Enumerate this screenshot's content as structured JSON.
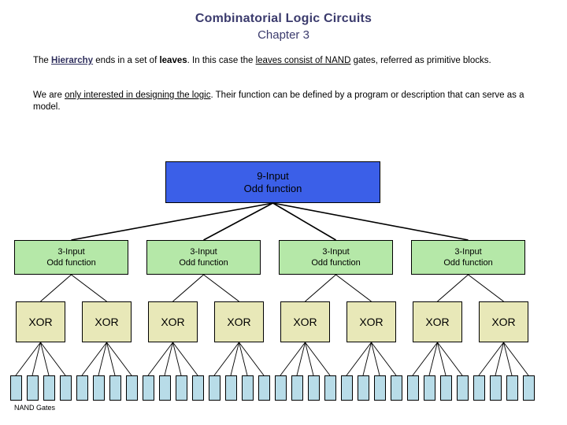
{
  "slide": {
    "title": "Combinatorial Logic Circuits",
    "subtitle": "Chapter 3",
    "title_color": "#3b3b6d"
  },
  "body": {
    "paragraph_1": {
      "segments": [
        {
          "text": "The ",
          "style": "plain"
        },
        {
          "text": "Hierarchy",
          "style": "bold-underline"
        },
        {
          "text": " ends in a set of ",
          "style": "plain"
        },
        {
          "text": "leaves",
          "style": "bold"
        },
        {
          "text": ". In this case the ",
          "style": "plain"
        },
        {
          "text": "leaves consist of NAND",
          "style": "underline"
        },
        {
          "text": " gates, referred as primitive blocks.",
          "style": "plain"
        }
      ]
    },
    "paragraph_2": {
      "segments": [
        {
          "text": "We are ",
          "style": "plain"
        },
        {
          "text": "only interested in designing the logic",
          "style": "underline"
        },
        {
          "text": ". Their function can be defined by a program or description that can serve as a model.",
          "style": "plain"
        }
      ]
    }
  },
  "diagram": {
    "root": {
      "line1": "9-Input",
      "line2": "Odd function",
      "color": "#3b5fe8"
    },
    "mid_nodes": [
      {
        "line1": "3-Input",
        "line2": "Odd function"
      },
      {
        "line1": "3-Input",
        "line2": "Odd function"
      },
      {
        "line1": "3-Input",
        "line2": "Odd function"
      },
      {
        "line1": "3-Input",
        "line2": "Odd function"
      }
    ],
    "mid_color": "#b5e8a8",
    "xor_nodes": [
      {
        "label": "XOR"
      },
      {
        "label": "XOR"
      },
      {
        "label": "XOR"
      },
      {
        "label": "XOR"
      },
      {
        "label": "XOR"
      },
      {
        "label": "XOR"
      },
      {
        "label": "XOR"
      },
      {
        "label": "XOR"
      }
    ],
    "xor_color": "#e8e8b8",
    "nand_color": "#b8dce8",
    "nand_gates_per_xor": 4,
    "nand_label": "NAND Gates"
  }
}
